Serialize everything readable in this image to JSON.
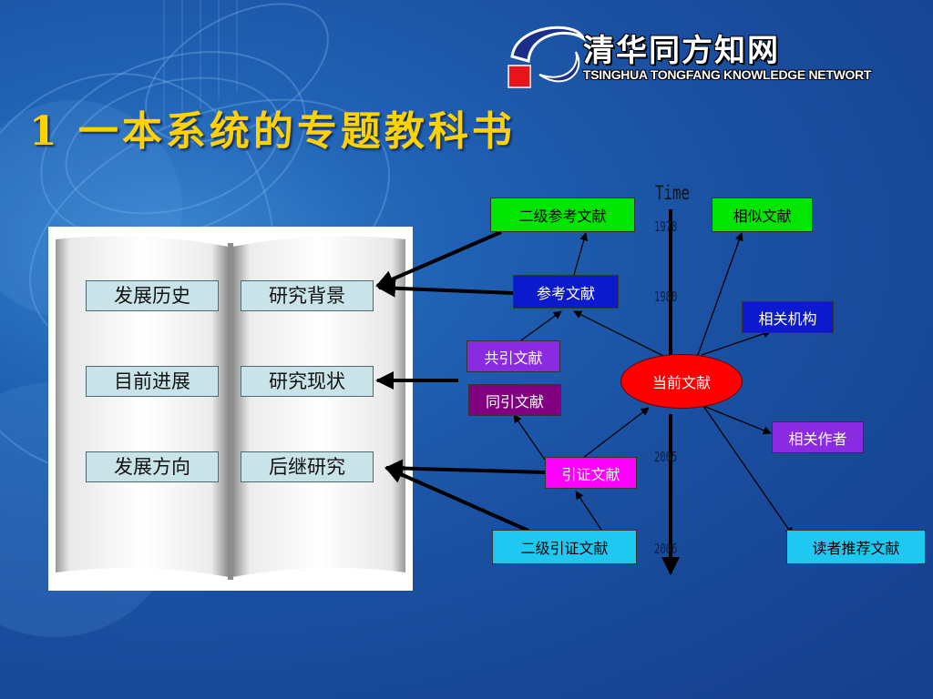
{
  "logo": {
    "name_cn": "清华同方知网",
    "name_en": "TSINGHUA TONGFANG KNOWLEDGE NETWORT"
  },
  "title": "1 一本系统的专题教科书",
  "book": {
    "left_column": [
      "发展历史",
      "目前进展",
      "发展方向"
    ],
    "right_column": [
      "研究背景",
      "研究现状",
      "后继研究"
    ]
  },
  "timeline": {
    "label": "Time",
    "years": [
      "1978",
      "1980",
      "2005",
      "2006"
    ]
  },
  "nodes": {
    "current": "当前文献",
    "secondary_reference": "二级参考文献",
    "reference": "参考文献",
    "co_citation": "共引文献",
    "co_cited": "同引文献",
    "citing": "引证文献",
    "secondary_citing": "二级引证文献",
    "similar": "相似文献",
    "related_institution": "相关机构",
    "related_author": "相关作者",
    "reader_recommended": "读者推荐文献"
  },
  "colors": {
    "title": "#ffd200",
    "secondary_reference": "#00e600",
    "reference": "#0a1acc",
    "co_citation": "#8a2be2",
    "co_cited": "#800080",
    "citing": "#ff00ff",
    "secondary_citing": "#1ec8f0",
    "similar": "#00e600",
    "related_institution": "#0a1acc",
    "related_author": "#8a2be2",
    "reader_recommended": "#1ec8f0",
    "current": "#ff0000"
  }
}
